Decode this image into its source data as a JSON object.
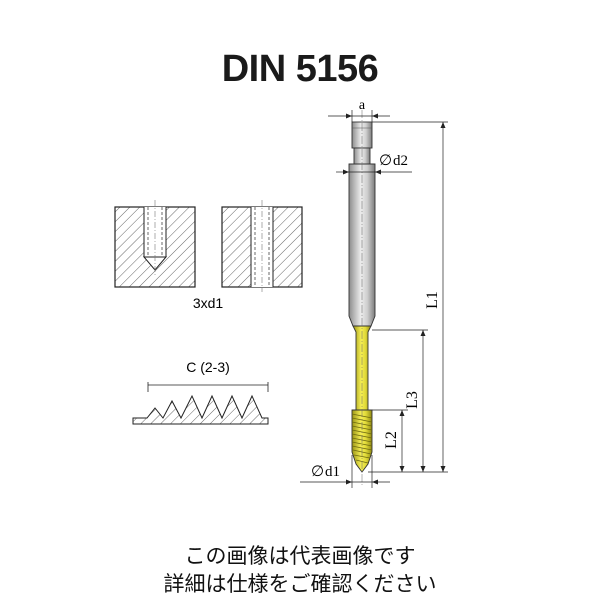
{
  "title": "DIN 5156",
  "labels": {
    "a": "a",
    "d2": "d2",
    "d1": "d1",
    "diameter_symbol": "∅",
    "L1": "L1",
    "L2": "L2",
    "L3": "L3",
    "hole_depth": "3xd1",
    "chamfer": "C (2-3)"
  },
  "captions": {
    "line1": "この画像は代表画像です",
    "line2": "詳細は仕様をご確認ください"
  },
  "colors": {
    "coating": "#e8e23a",
    "shank": "#c9c9c9",
    "line": "#222222"
  }
}
